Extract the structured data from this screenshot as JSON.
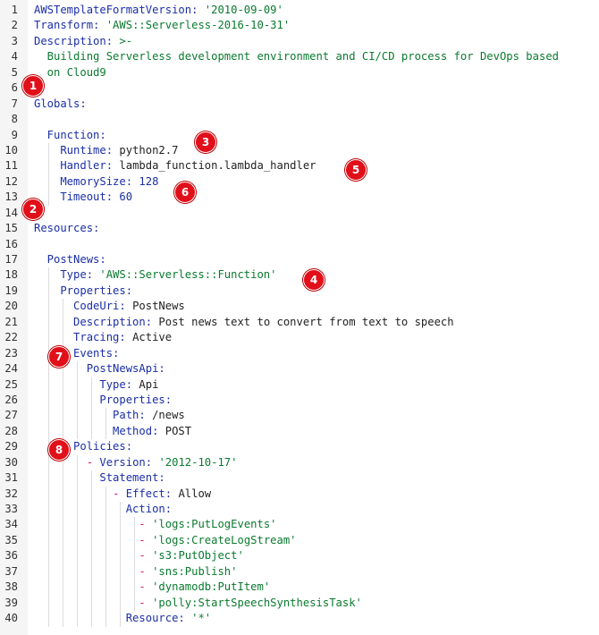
{
  "lines": [
    {
      "n": "1",
      "ind": 0,
      "tokens": [
        {
          "t": "AWSTemplateFormatVersion: ",
          "c": "k"
        },
        {
          "t": "'2010-09-09'",
          "c": "s"
        }
      ]
    },
    {
      "n": "2",
      "ind": 0,
      "tokens": [
        {
          "t": "Transform: ",
          "c": "k"
        },
        {
          "t": "'AWS::Serverless-2016-10-31'",
          "c": "s"
        }
      ]
    },
    {
      "n": "3",
      "ind": 0,
      "tokens": [
        {
          "t": "Description: ",
          "c": "k"
        },
        {
          "t": ">-",
          "c": "s"
        }
      ]
    },
    {
      "n": "4",
      "ind": 0,
      "tokens": [
        {
          "t": "  Building Serverless development environment and CI/CD process for DevOps based",
          "c": "s"
        }
      ]
    },
    {
      "n": "5",
      "ind": 0,
      "tokens": [
        {
          "t": "  on Cloud9",
          "c": "s"
        }
      ]
    },
    {
      "n": "6",
      "ind": 0,
      "tokens": []
    },
    {
      "n": "7",
      "ind": 0,
      "tokens": [
        {
          "t": "Globals:",
          "c": "k"
        }
      ]
    },
    {
      "n": "8",
      "ind": 0,
      "tokens": []
    },
    {
      "n": "9",
      "ind": 0,
      "tokens": [
        {
          "t": "  Function:",
          "c": "k"
        }
      ]
    },
    {
      "n": "10",
      "ind": 1,
      "tokens": [
        {
          "t": "    Runtime: ",
          "c": "k"
        },
        {
          "t": "python2.7",
          "c": ""
        }
      ]
    },
    {
      "n": "11",
      "ind": 1,
      "tokens": [
        {
          "t": "    Handler: ",
          "c": "k"
        },
        {
          "t": "lambda_function.lambda_handler",
          "c": ""
        }
      ]
    },
    {
      "n": "12",
      "ind": 1,
      "tokens": [
        {
          "t": "    MemorySize: ",
          "c": "k"
        },
        {
          "t": "128",
          "c": "n"
        }
      ]
    },
    {
      "n": "13",
      "ind": 1,
      "tokens": [
        {
          "t": "    Timeout: ",
          "c": "k"
        },
        {
          "t": "60",
          "c": "n"
        }
      ]
    },
    {
      "n": "14",
      "ind": 0,
      "tokens": []
    },
    {
      "n": "15",
      "ind": 0,
      "tokens": [
        {
          "t": "Resources:",
          "c": "k"
        }
      ]
    },
    {
      "n": "16",
      "ind": 0,
      "tokens": []
    },
    {
      "n": "17",
      "ind": 0,
      "tokens": [
        {
          "t": "  PostNews:",
          "c": "k"
        }
      ]
    },
    {
      "n": "18",
      "ind": 1,
      "tokens": [
        {
          "t": "    Type: ",
          "c": "k"
        },
        {
          "t": "'AWS::Serverless::Function'",
          "c": "s"
        }
      ]
    },
    {
      "n": "19",
      "ind": 1,
      "tokens": [
        {
          "t": "    Properties:",
          "c": "k"
        }
      ]
    },
    {
      "n": "20",
      "ind": 2,
      "tokens": [
        {
          "t": "      CodeUri: ",
          "c": "k"
        },
        {
          "t": "PostNews",
          "c": ""
        }
      ]
    },
    {
      "n": "21",
      "ind": 2,
      "tokens": [
        {
          "t": "      Description: ",
          "c": "k"
        },
        {
          "t": "Post news text to convert from text to speech",
          "c": ""
        }
      ]
    },
    {
      "n": "22",
      "ind": 2,
      "tokens": [
        {
          "t": "      Tracing: ",
          "c": "k"
        },
        {
          "t": "Active",
          "c": ""
        }
      ]
    },
    {
      "n": "23",
      "ind": 2,
      "tokens": [
        {
          "t": "      Events:",
          "c": "k"
        }
      ]
    },
    {
      "n": "24",
      "ind": 3,
      "tokens": [
        {
          "t": "        PostNewsApi:",
          "c": "k"
        }
      ]
    },
    {
      "n": "25",
      "ind": 4,
      "tokens": [
        {
          "t": "          Type: ",
          "c": "k"
        },
        {
          "t": "Api",
          "c": ""
        }
      ]
    },
    {
      "n": "26",
      "ind": 4,
      "tokens": [
        {
          "t": "          Properties:",
          "c": "k"
        }
      ]
    },
    {
      "n": "27",
      "ind": 5,
      "tokens": [
        {
          "t": "            Path: ",
          "c": "k"
        },
        {
          "t": "/news",
          "c": ""
        }
      ]
    },
    {
      "n": "28",
      "ind": 5,
      "tokens": [
        {
          "t": "            Method: ",
          "c": "k"
        },
        {
          "t": "POST",
          "c": ""
        }
      ]
    },
    {
      "n": "29",
      "ind": 2,
      "tokens": [
        {
          "t": "      Policies:",
          "c": "k"
        }
      ]
    },
    {
      "n": "30",
      "ind": 3,
      "tokens": [
        {
          "t": "        ",
          "c": ""
        },
        {
          "t": "- ",
          "c": "d"
        },
        {
          "t": "Version: ",
          "c": "k"
        },
        {
          "t": "'2012-10-17'",
          "c": "s"
        }
      ]
    },
    {
      "n": "31",
      "ind": 4,
      "tokens": [
        {
          "t": "          Statement:",
          "c": "k"
        }
      ]
    },
    {
      "n": "32",
      "ind": 5,
      "tokens": [
        {
          "t": "            ",
          "c": ""
        },
        {
          "t": "- ",
          "c": "d"
        },
        {
          "t": "Effect: ",
          "c": "k"
        },
        {
          "t": "Allow",
          "c": ""
        }
      ]
    },
    {
      "n": "33",
      "ind": 6,
      "tokens": [
        {
          "t": "              Action:",
          "c": "k"
        }
      ]
    },
    {
      "n": "34",
      "ind": 7,
      "tokens": [
        {
          "t": "                ",
          "c": ""
        },
        {
          "t": "- ",
          "c": "d"
        },
        {
          "t": "'logs:PutLogEvents'",
          "c": "s"
        }
      ]
    },
    {
      "n": "35",
      "ind": 7,
      "tokens": [
        {
          "t": "                ",
          "c": ""
        },
        {
          "t": "- ",
          "c": "d"
        },
        {
          "t": "'logs:CreateLogStream'",
          "c": "s"
        }
      ]
    },
    {
      "n": "36",
      "ind": 7,
      "tokens": [
        {
          "t": "                ",
          "c": ""
        },
        {
          "t": "- ",
          "c": "d"
        },
        {
          "t": "'s3:PutObject'",
          "c": "s"
        }
      ]
    },
    {
      "n": "37",
      "ind": 7,
      "tokens": [
        {
          "t": "                ",
          "c": ""
        },
        {
          "t": "- ",
          "c": "d"
        },
        {
          "t": "'sns:Publish'",
          "c": "s"
        }
      ]
    },
    {
      "n": "38",
      "ind": 7,
      "tokens": [
        {
          "t": "                ",
          "c": ""
        },
        {
          "t": "- ",
          "c": "d"
        },
        {
          "t": "'dynamodb:PutItem'",
          "c": "s"
        }
      ]
    },
    {
      "n": "39",
      "ind": 7,
      "tokens": [
        {
          "t": "                ",
          "c": ""
        },
        {
          "t": "- ",
          "c": "d"
        },
        {
          "t": "'polly:StartSpeechSynthesisTask'",
          "c": "s"
        }
      ]
    },
    {
      "n": "40",
      "ind": 6,
      "tokens": [
        {
          "t": "              Resource: ",
          "c": "k"
        },
        {
          "t": "'*'",
          "c": "s"
        }
      ]
    }
  ],
  "markers": [
    "1",
    "2",
    "3",
    "4",
    "5",
    "6",
    "7",
    "8"
  ],
  "colors": {
    "key": "#1a2ea6",
    "string": "#0a7a2f",
    "dash": "#d6196b",
    "marker": "#e10f1a"
  }
}
